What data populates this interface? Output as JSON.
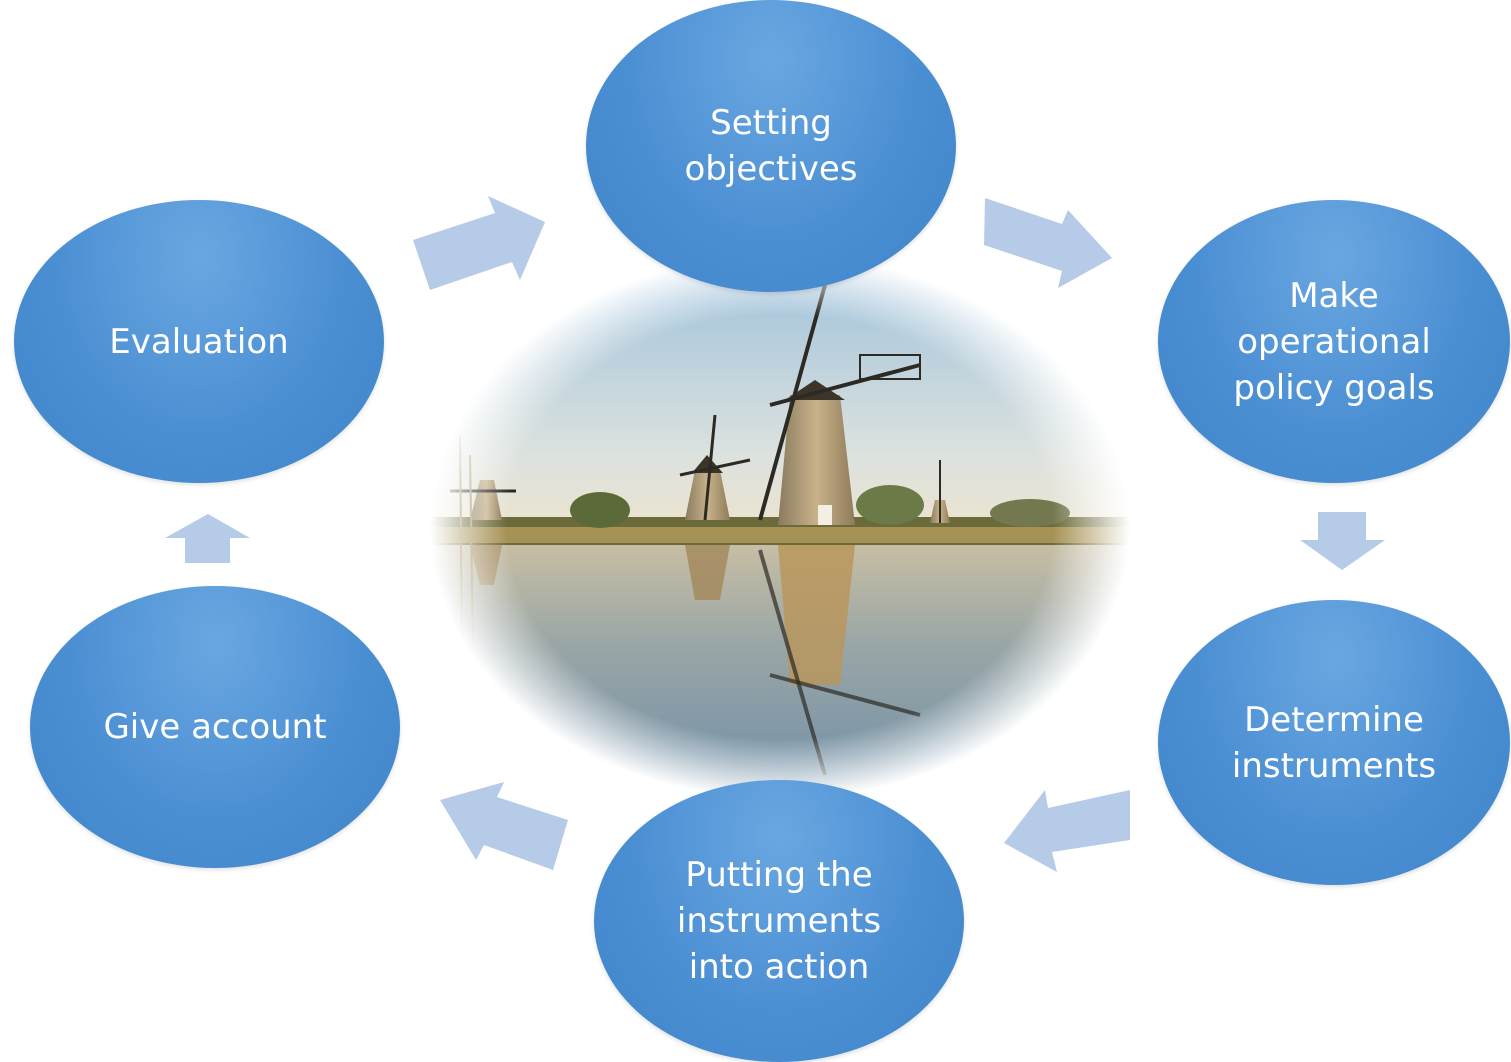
{
  "diagram": {
    "type": "cycle",
    "colors": {
      "node_fill": "#4a8fd2",
      "node_text": "#ffffff",
      "arrow_fill": "#b7cde9"
    },
    "nodes": [
      {
        "id": "setting-objectives",
        "label": "Setting\nobjectives"
      },
      {
        "id": "make-operational-policy-goals",
        "label": "Make\noperational\npolicy goals"
      },
      {
        "id": "determine-instruments",
        "label": "Determine\ninstruments"
      },
      {
        "id": "putting-instruments-into-action",
        "label": "Putting the\ninstruments\ninto action"
      },
      {
        "id": "give-account",
        "label": "Give account"
      },
      {
        "id": "evaluation",
        "label": "Evaluation"
      }
    ],
    "edges": [
      {
        "from": "setting-objectives",
        "to": "make-operational-policy-goals"
      },
      {
        "from": "make-operational-policy-goals",
        "to": "determine-instruments"
      },
      {
        "from": "determine-instruments",
        "to": "putting-instruments-into-action"
      },
      {
        "from": "putting-instruments-into-action",
        "to": "give-account"
      },
      {
        "from": "give-account",
        "to": "evaluation"
      },
      {
        "from": "evaluation",
        "to": "setting-objectives"
      }
    ],
    "center_image": {
      "subject": "windmills reflected in canal at sunset"
    }
  }
}
